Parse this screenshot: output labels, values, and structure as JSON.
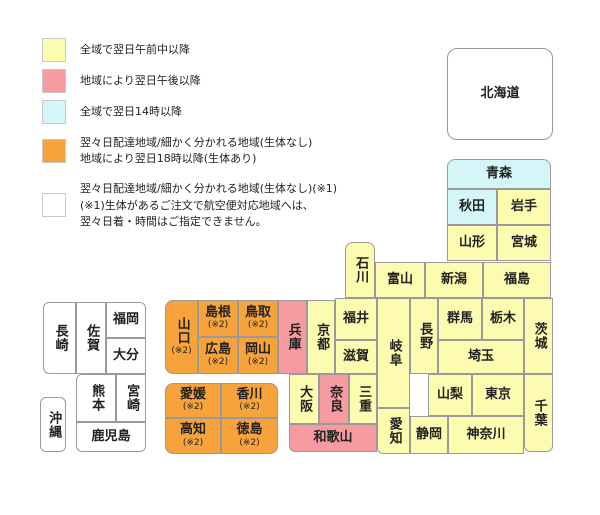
{
  "colors": {
    "yellow": "#fdfbb0",
    "pink": "#f69ca0",
    "cyan": "#d5f6f8",
    "orange": "#f6a33c",
    "white": "#ffffff"
  },
  "legend": [
    {
      "color": "yellow",
      "text": "全域で翌日午前中以降"
    },
    {
      "color": "pink",
      "text": "地域により翌日午後以降"
    },
    {
      "color": "cyan",
      "text": "全域で翌日14時以降"
    },
    {
      "color": "orange",
      "text": "翌々日配達地域/細かく分かれる地域(生体なし)",
      "text2": "地域により翌日18時以降(生体あり)"
    },
    {
      "color": "white",
      "text": "翌々日配達地域/細かく分かれる地域(生体なし)(※1)",
      "text2": "(※1)生体があるご注文で航空便対応地域へは、",
      "text3": "翌々日着・時間はご指定できません。"
    }
  ],
  "prefectures": {
    "hokkaido": {
      "name": "北海道",
      "color": "white"
    },
    "aomori": {
      "name": "青森",
      "color": "cyan"
    },
    "akita": {
      "name": "秋田",
      "color": "cyan"
    },
    "iwate": {
      "name": "岩手",
      "color": "yellow"
    },
    "yamagata": {
      "name": "山形",
      "color": "yellow"
    },
    "miyagi": {
      "name": "宮城",
      "color": "yellow"
    },
    "ishikawa": {
      "name": "石川",
      "color": "yellow"
    },
    "toyama": {
      "name": "富山",
      "color": "yellow"
    },
    "niigata": {
      "name": "新潟",
      "color": "yellow"
    },
    "fukushima": {
      "name": "福島",
      "color": "yellow"
    },
    "fukui": {
      "name": "福井",
      "color": "yellow"
    },
    "gifu": {
      "name": "岐阜",
      "color": "yellow"
    },
    "nagano": {
      "name": "長野",
      "color": "yellow"
    },
    "gunma": {
      "name": "群馬",
      "color": "yellow"
    },
    "tochigi": {
      "name": "栃木",
      "color": "yellow"
    },
    "ibaraki": {
      "name": "茨城",
      "color": "yellow"
    },
    "kyoto": {
      "name": "京都",
      "color": "yellow"
    },
    "shiga": {
      "name": "滋賀",
      "color": "yellow"
    },
    "saitama": {
      "name": "埼玉",
      "color": "yellow"
    },
    "hyogo": {
      "name": "兵庫",
      "color": "pink"
    },
    "osaka": {
      "name": "大阪",
      "color": "yellow"
    },
    "nara": {
      "name": "奈良",
      "color": "pink"
    },
    "mie": {
      "name": "三重",
      "color": "yellow"
    },
    "aichi": {
      "name": "愛知",
      "color": "yellow"
    },
    "yamanashi": {
      "name": "山梨",
      "color": "yellow"
    },
    "tokyo": {
      "name": "東京",
      "color": "yellow"
    },
    "chiba": {
      "name": "千葉",
      "color": "yellow"
    },
    "wakayama": {
      "name": "和歌山",
      "color": "pink"
    },
    "shizuoka": {
      "name": "静岡",
      "color": "yellow"
    },
    "kanagawa": {
      "name": "神奈川",
      "color": "yellow"
    },
    "yamaguchi": {
      "name": "山口",
      "note": "(※2)",
      "color": "orange"
    },
    "shimane": {
      "name": "島根",
      "note": "(※2)",
      "color": "orange"
    },
    "tottori": {
      "name": "鳥取",
      "note": "(※2)",
      "color": "orange"
    },
    "hiroshima": {
      "name": "広島",
      "note": "(※2)",
      "color": "orange"
    },
    "okayama": {
      "name": "岡山",
      "note": "(※2)",
      "color": "orange"
    },
    "ehime": {
      "name": "愛媛",
      "note": "(※2)",
      "color": "orange"
    },
    "kagawa": {
      "name": "香川",
      "note": "(※2)",
      "color": "orange"
    },
    "kochi": {
      "name": "高知",
      "note": "(※2)",
      "color": "orange"
    },
    "tokushima": {
      "name": "徳島",
      "note": "(※2)",
      "color": "orange"
    },
    "nagasaki": {
      "name": "長崎",
      "color": "white"
    },
    "saga": {
      "name": "佐賀",
      "color": "white"
    },
    "fukuoka": {
      "name": "福岡",
      "color": "white"
    },
    "oita": {
      "name": "大分",
      "color": "white"
    },
    "kumamoto": {
      "name": "熊本",
      "color": "white"
    },
    "miyazaki": {
      "name": "宮崎",
      "color": "white"
    },
    "kagoshima": {
      "name": "鹿児島",
      "color": "white"
    },
    "okinawa": {
      "name": "沖縄",
      "color": "white"
    }
  }
}
